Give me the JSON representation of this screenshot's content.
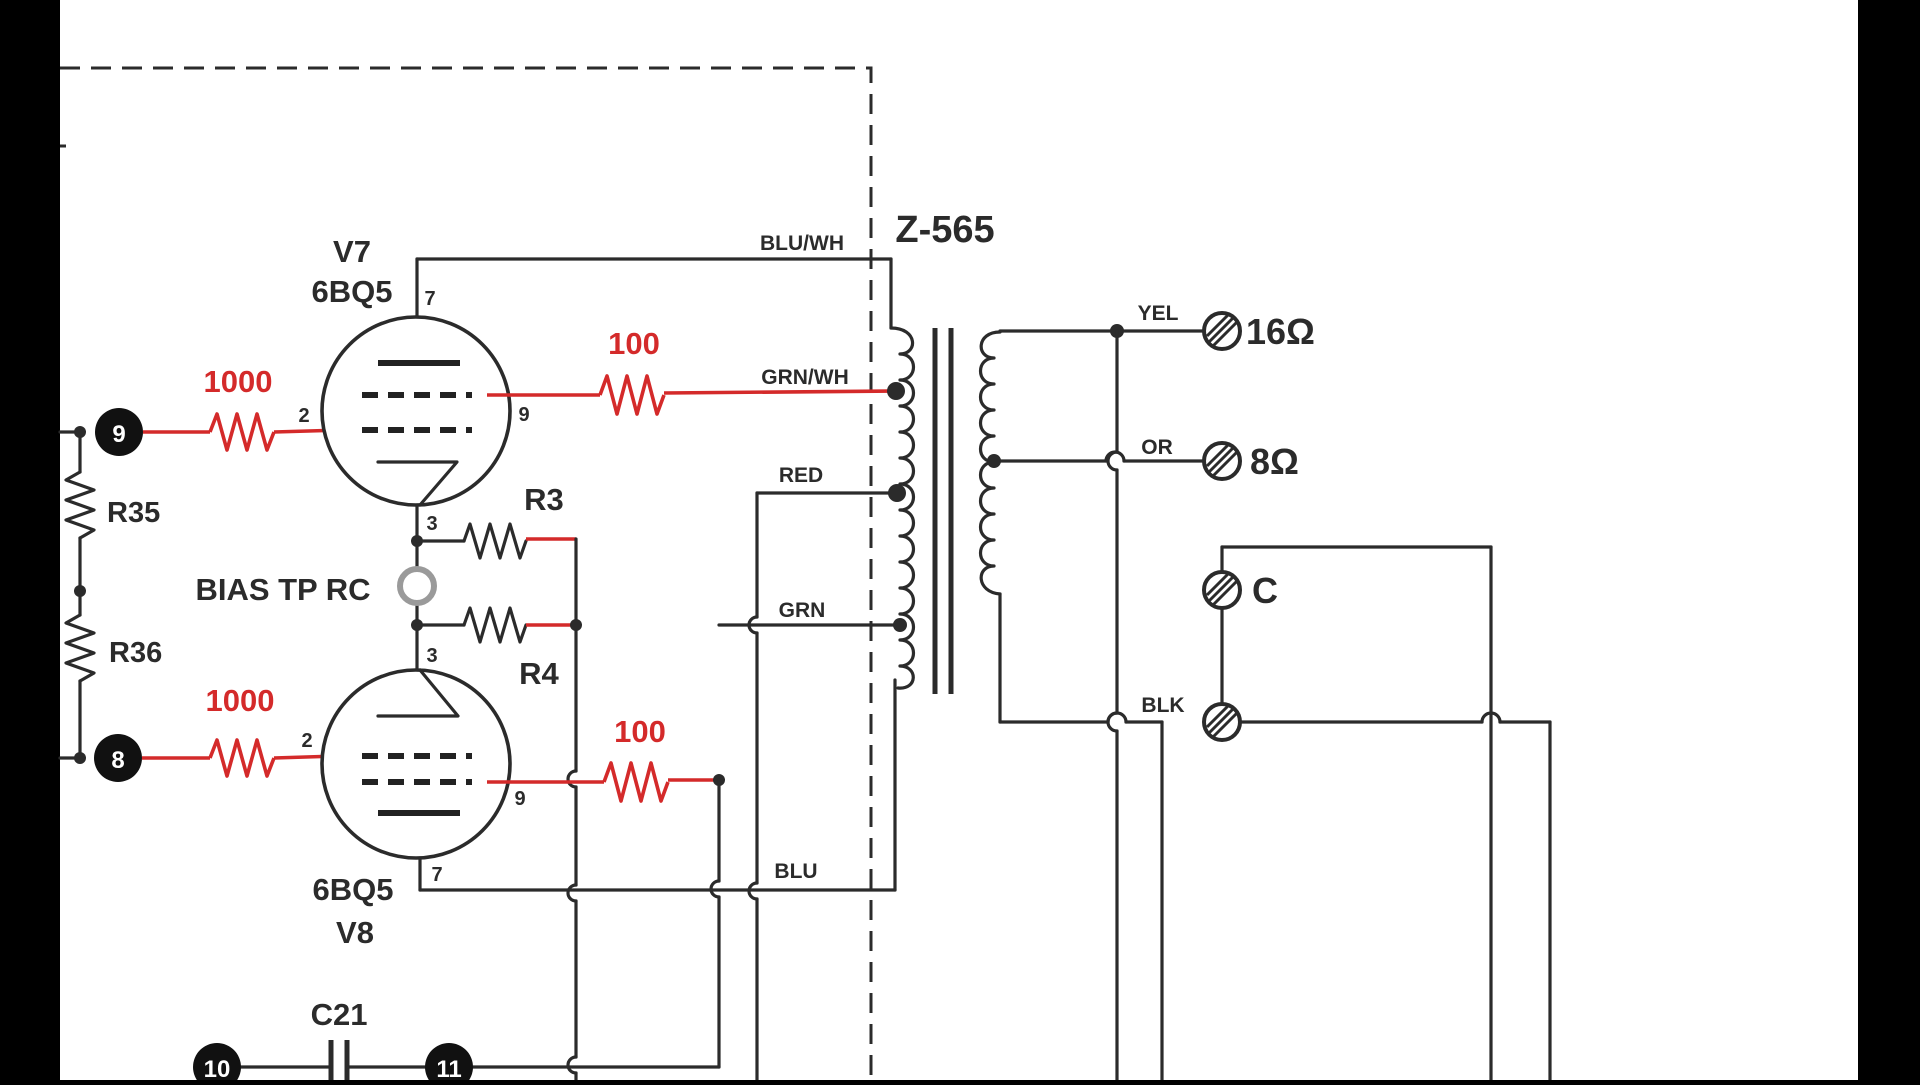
{
  "labels": {
    "z_transformer": "Z-565",
    "v7": "V7",
    "v7_type": "6BQ5",
    "v8": "V8",
    "v8_type": "6BQ5",
    "r_top_grid": "1000",
    "r_bot_grid": "1000",
    "r_top_screen": "100",
    "r_bot_screen": "100",
    "r3": "R3",
    "r4": "R4",
    "r35": "R35",
    "r36": "R36",
    "c21": "C21",
    "bias": "BIAS TP RC",
    "wire_bluwh": "BLU/WH",
    "wire_grnwh": "GRN/WH",
    "wire_red": "RED",
    "wire_grn": "GRN",
    "wire_blu": "BLU",
    "wire_yel": "YEL",
    "wire_or": "OR",
    "wire_blk": "BLK",
    "out_16": "16Ω",
    "out_8": "8Ω",
    "out_c": "C"
  },
  "pins": {
    "v7_plate": "7",
    "v7_grid": "2",
    "v7_screen": "9",
    "v7_cathode": "3",
    "v8_plate": "7",
    "v8_grid": "2",
    "v8_screen": "9",
    "v8_cathode": "3"
  },
  "nodes": {
    "n9": "9",
    "n8": "8",
    "n10": "10",
    "n11": "11"
  },
  "colors": {
    "wire": "#2b2b2b",
    "resistor_accent": "#d42a2a",
    "background": "#ffffff"
  }
}
